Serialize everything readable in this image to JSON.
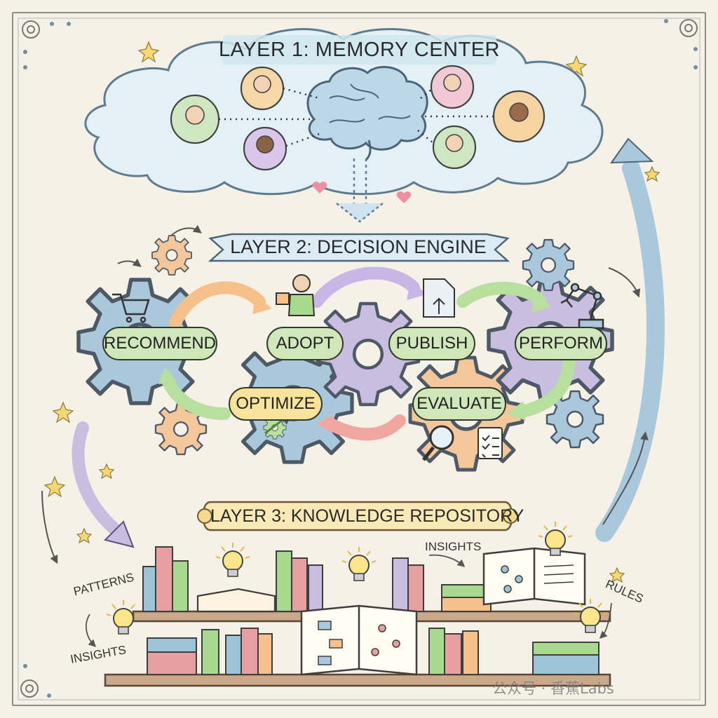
{
  "layers": {
    "memory": {
      "title": "LAYER 1: MEMORY CENTER"
    },
    "decision": {
      "title": "LAYER 2: DECISION ENGINE"
    },
    "knowledge": {
      "title": "LAYER 3: KNOWLEDGE REPOSITORY"
    }
  },
  "steps": {
    "recommend": "RECOMMEND",
    "adopt": "ADOPT",
    "publish": "PUBLISH",
    "perform": "PERFORM",
    "optimize": "OPTIMIZE",
    "evaluate": "EVALUATE"
  },
  "annotations": {
    "insights_top": "INSIGHTS",
    "patterns": "PATTERNS",
    "insights_left": "INSIGHTS",
    "rules": "RULES"
  },
  "watermark": "公众号 · 香蕉Labs",
  "colors": {
    "paper": "#f6f1e6",
    "cloud": "#dfeff6",
    "green_pill": "#cfe7b9",
    "yellow_pill": "#f7e39b",
    "gear_blue": "#aac8dc",
    "gear_purple": "#c9bde0",
    "gear_orange": "#f3c79a"
  }
}
